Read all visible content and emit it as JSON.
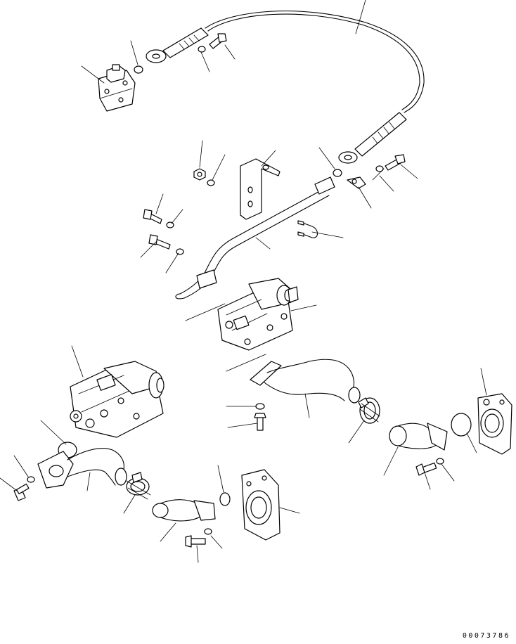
{
  "diagram": {
    "type": "exploded parts diagram",
    "drawing_number": "00073786",
    "parts": [
      "control-valve",
      "o-ring",
      "hose-flange",
      "hose-fitting",
      "washer",
      "bolt",
      "long-hose",
      "hose-end-flange",
      "flange-clamp",
      "nut",
      "mounting-bracket",
      "u-bolt",
      "hydraulic-tube",
      "tube-flange",
      "gear-pump-upper",
      "gear-pump-lower",
      "suction-elbow",
      "elbow-flange",
      "hose-clamp",
      "suction-hose",
      "suction-housing",
      "packing"
    ]
  }
}
